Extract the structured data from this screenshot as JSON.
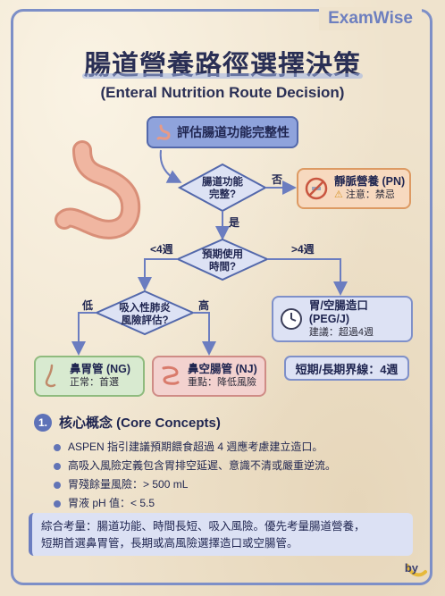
{
  "brand": "ExamWise",
  "title": "腸道營養路徑選擇決策",
  "subtitle": "(Enteral Nutrition Route Decision)",
  "flow": {
    "start": "評估腸道功能完整性",
    "q1": {
      "line1": "腸道功能",
      "line2": "完整?"
    },
    "q1_no": "否",
    "q1_yes": "是",
    "pn": {
      "title": "靜脈營養 (PN)",
      "note": "注意：禁忌"
    },
    "q2": {
      "line1": "預期使用",
      "line2": "時間?"
    },
    "q2_short": "<4週",
    "q2_long": ">4週",
    "peg": {
      "title": "胃/空腸造口 (PEG/J)",
      "note": "建議：超過4週"
    },
    "q3": {
      "line1": "吸入性肺炎",
      "line2": "風險評估?"
    },
    "q3_low": "低",
    "q3_high": "高",
    "ng": {
      "title": "鼻胃管 (NG)",
      "note": "正常：首選"
    },
    "nj": {
      "title": "鼻空腸管 (NJ)",
      "note": "重點：降低風險"
    },
    "boundary": "短期/長期界線：4週"
  },
  "concepts": {
    "number": "1.",
    "title": "核心概念 (Core Concepts)",
    "items": [
      "ASPEN 指引建議預期餵食超過 4 週應考慮建立造口。",
      "高吸入風險定義包含胃排空延遲、意識不清或嚴重逆流。",
      "胃殘餘量風險：> 500 mL",
      "胃液 pH 值：< 5.5"
    ]
  },
  "summary": {
    "line1": "綜合考量：腸道功能、時間長短、吸入風險。優先考量腸道營養，",
    "line2": "短期首選鼻胃管，長期或高風險選擇造口或空腸管。"
  },
  "byline": "by",
  "colors": {
    "frame": "#7d8fc7",
    "start_fill": "#8fa3dc",
    "pn_fill": "#f7d9bf",
    "ng_fill": "#d8ead0",
    "nj_fill": "#f3d2cf",
    "peg_fill": "#dde2f4",
    "arrow": "#6b7dc0"
  },
  "icons": [
    "stomach-icon",
    "no-syringe-icon",
    "warning-icon",
    "clock-icon",
    "nose-icon",
    "intestine-icon",
    "banana-icon"
  ]
}
